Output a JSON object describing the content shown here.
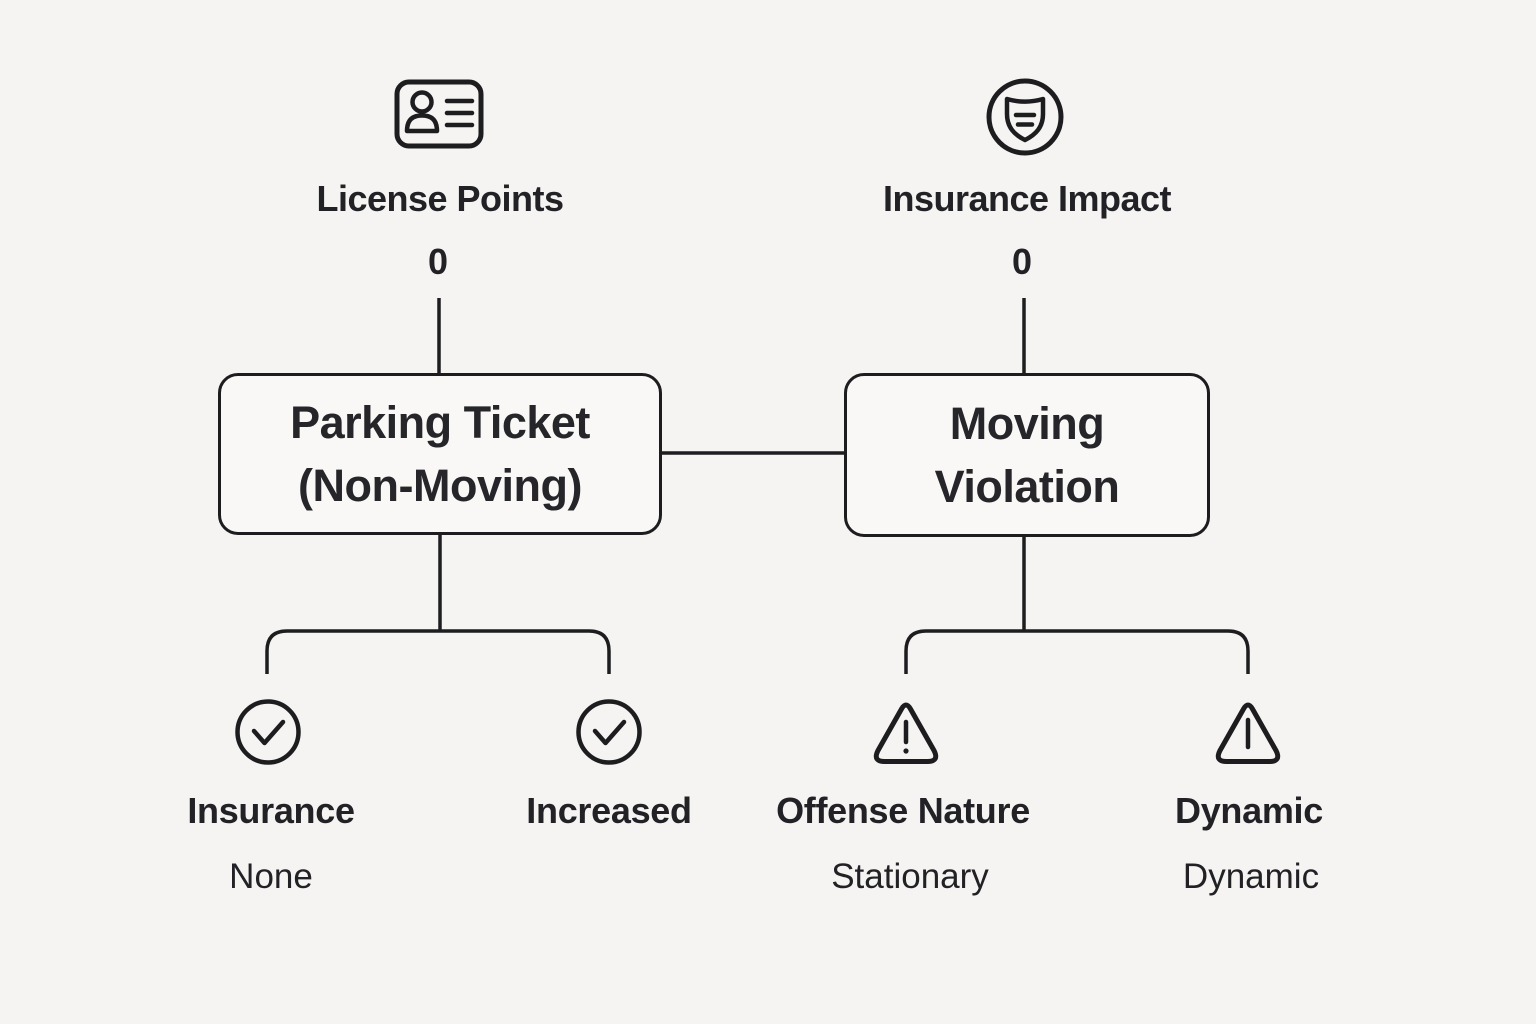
{
  "diagram": {
    "title_hint": "Parking Ticket vs Moving Violation comparison diagram",
    "colors": {
      "background": "#f5f4f2",
      "stroke": "#1d1d1f",
      "text": "#222226"
    },
    "left": {
      "metric": {
        "icon": "id-card-icon",
        "label": "License Points",
        "value": "0"
      },
      "node": {
        "title_line1": "Parking Ticket",
        "title_line2": "(Non-Moving)"
      },
      "leaves": [
        {
          "icon": "check-circle-icon",
          "label": "Insurance",
          "value": "None"
        },
        {
          "icon": "check-circle-icon",
          "label": "Increased",
          "value": ""
        }
      ]
    },
    "right": {
      "metric": {
        "icon": "shield-circle-icon",
        "label": "Insurance Impact",
        "value": "0"
      },
      "node": {
        "title_line1": "Moving",
        "title_line2": "Violation"
      },
      "leaves": [
        {
          "icon": "warning-triangle-icon",
          "label": "Offense Nature",
          "value": "Stationary"
        },
        {
          "icon": "warning-triangle-icon",
          "label": "Dynamic",
          "value": "Dynamic"
        }
      ]
    }
  }
}
